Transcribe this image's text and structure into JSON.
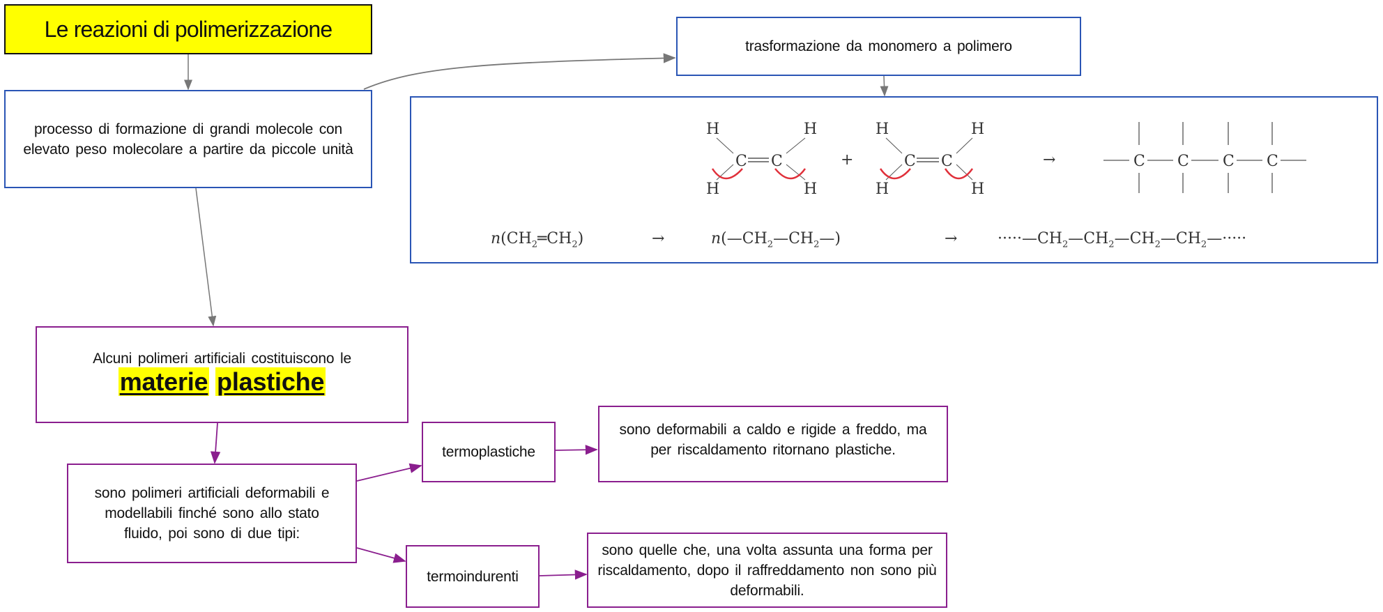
{
  "title": "Le reazioni di polimerizzazione",
  "process_box": "processo di formazione di grandi molecole con elevato peso molecolare a partire da piccole unità",
  "transform_box": "trasformazione da monomero a polimero",
  "plastics_box": {
    "text": "Alcuni polimeri artificiali costituiscono le",
    "highlight_1": "materie",
    "highlight_2": "plastiche"
  },
  "types_box": "sono polimeri artificiali deformabili e modellabili finché sono allo stato fluido, poi sono di due tipi:",
  "thermoplastic": {
    "label": "termoplastiche",
    "description": "sono deformabili a caldo e rigide a freddo, ma per riscaldamento ritornano plastiche."
  },
  "thermoset": {
    "label": "termoindurenti",
    "description": "sono quelle che, una volta assunta una forma per riscaldamento, dopo il raffreddamento non sono più deformabili."
  },
  "chemistry": {
    "h": "H",
    "c": "C",
    "plus": "+",
    "arrow": "→",
    "monomer_n": "n",
    "monomer": "(CH",
    "monomer_mid": "═CH",
    "monomer_end": ")",
    "unit_n": "n",
    "unit": "(—CH",
    "unit_mid": "—CH",
    "unit_end": "—)",
    "chain_start": "·····—CH",
    "chain_mid": "—CH",
    "chain_end": "—·····",
    "sub2": "2"
  },
  "colors": {
    "blue_border": "#2a55b5",
    "purple_border": "#8a1e8e",
    "highlight": "#ffff00",
    "gray_arrow": "#777777",
    "red_arrow": "#e0303a"
  }
}
